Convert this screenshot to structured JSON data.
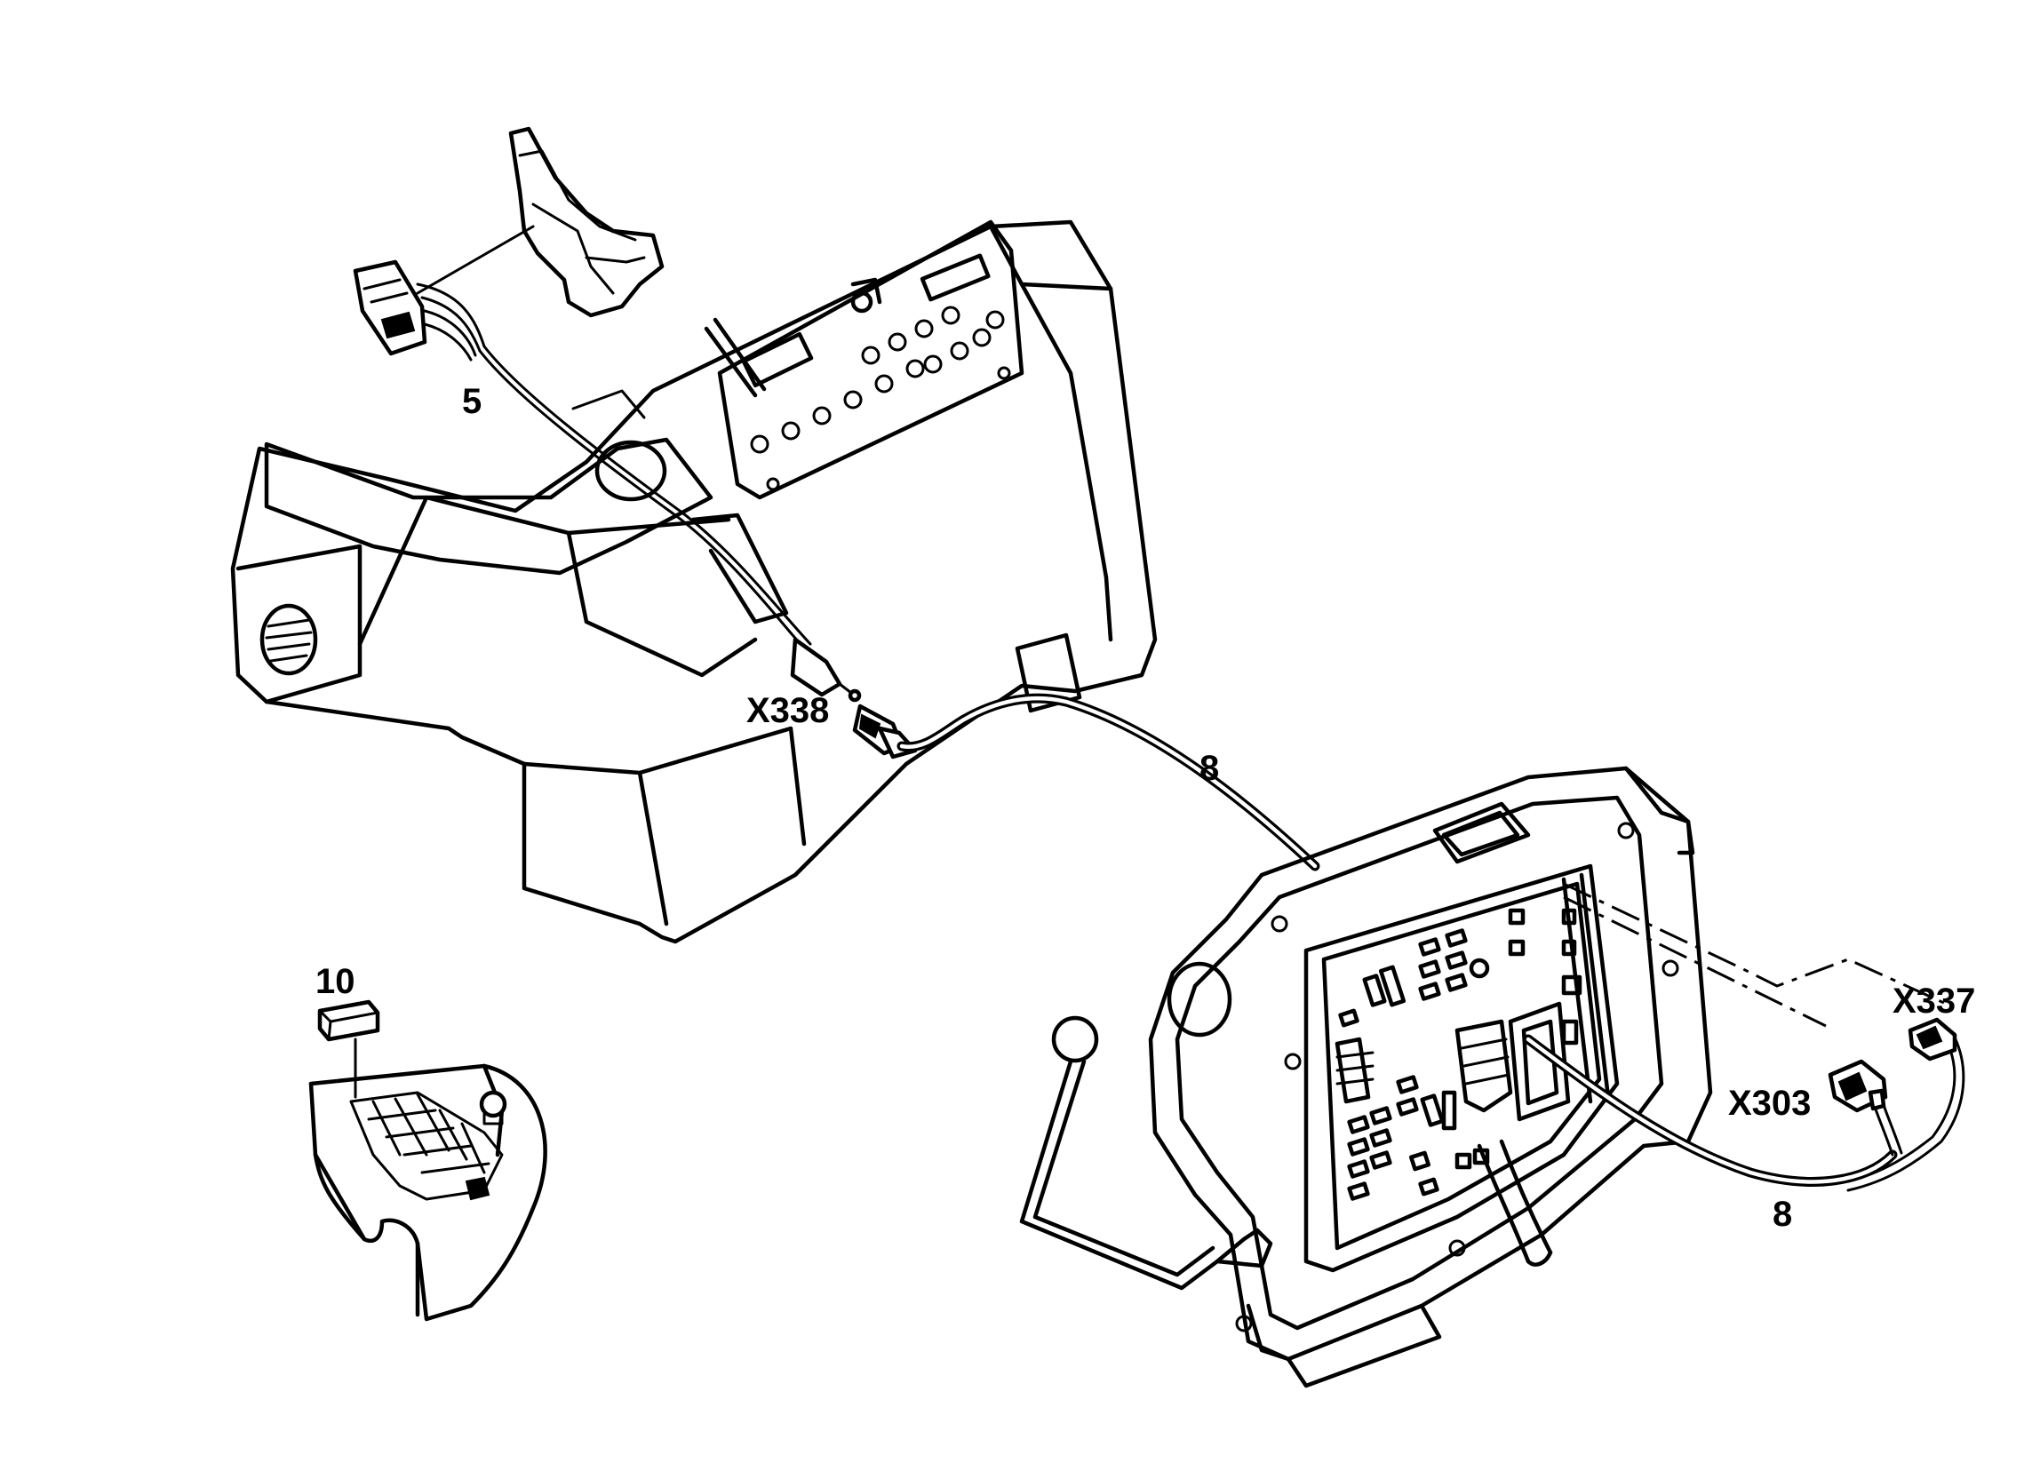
{
  "callouts": {
    "part_5": "5",
    "part_8_upper": "8",
    "part_8_lower": "8",
    "part_10": "10",
    "connector_x338": "X338",
    "connector_x303": "X303",
    "connector_x337": "X337"
  },
  "colors": {
    "line": "#000000",
    "background": "#ffffff"
  }
}
